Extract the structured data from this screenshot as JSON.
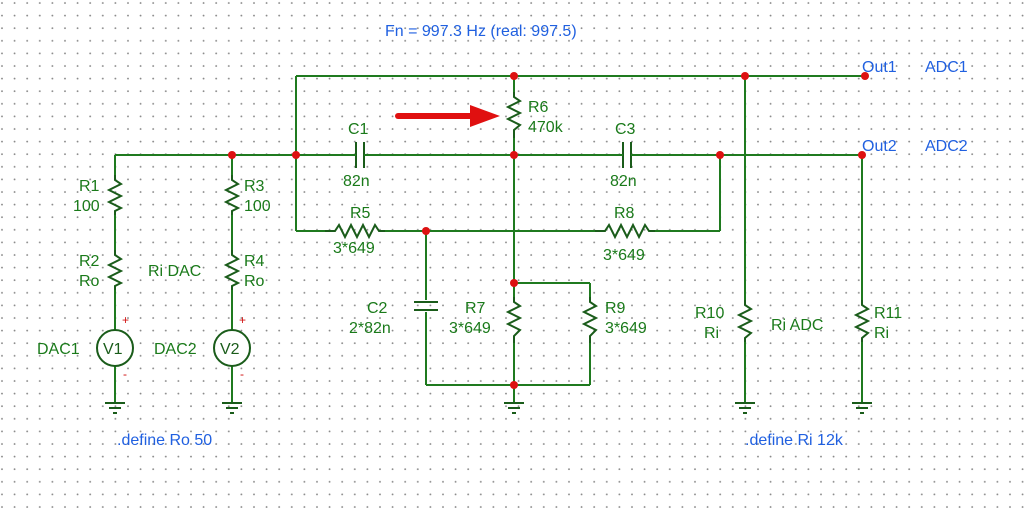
{
  "title": "Fn = 997.3 Hz (real: 997.5)",
  "outputs": {
    "out1": "Out1",
    "adc1": "ADC1",
    "out2": "Out2",
    "adc2": "ADC2"
  },
  "components": {
    "r1": {
      "name": "R1",
      "value": "100"
    },
    "r2": {
      "name": "R2",
      "value": "Ro"
    },
    "r3": {
      "name": "R3",
      "value": "100"
    },
    "r4": {
      "name": "R4",
      "value": "Ro"
    },
    "r5": {
      "name": "R5",
      "value": "3*649"
    },
    "r6": {
      "name": "R6",
      "value": "470k"
    },
    "r7": {
      "name": "R7",
      "value": "3*649"
    },
    "r8": {
      "name": "R8",
      "value": "3*649"
    },
    "r9": {
      "name": "R9",
      "value": "3*649"
    },
    "r10": {
      "name": "R10",
      "value": "Ri"
    },
    "r11": {
      "name": "R11",
      "value": "Ri"
    },
    "c1": {
      "name": "C1",
      "value": "82n"
    },
    "c2": {
      "name": "C2",
      "value": "2*82n"
    },
    "c3": {
      "name": "C3",
      "value": "82n"
    },
    "v1": {
      "name": "V1",
      "label": "DAC1"
    },
    "v2": {
      "name": "V2",
      "label": "DAC2"
    }
  },
  "labels": {
    "ri_dac": "Ri DAC",
    "ri_adc": "Ri ADC",
    "define_ro": ".define Ro 50",
    "define_ri": ".define Ri 12k"
  },
  "colors": {
    "wire": "#1f7a1f",
    "label": "#1a7a1a",
    "net": "#2060e0",
    "junction": "#dd1111",
    "arrow": "#e01010",
    "grid_dot": "#888888"
  }
}
